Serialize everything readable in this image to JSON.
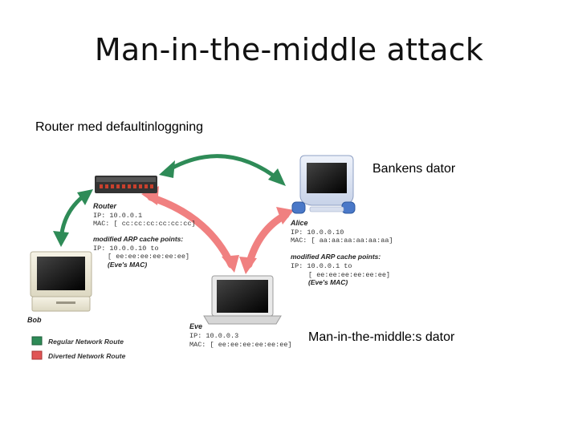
{
  "slide": {
    "title": "Man-in-the-middle attack",
    "captions": {
      "router": "Router med defaultinloggning",
      "bank": "Bankens dator",
      "mitm": "Man-in-the-middle:s dator"
    }
  },
  "diagram": {
    "router": {
      "name": "Router",
      "ip": "IP:  10.0.0.1",
      "mac": "MAC: [ cc:cc:cc:cc:cc:cc]",
      "arp_heading": "modified ARP cache points:",
      "arp_ip": "IP: 10.0.0.10 to",
      "arp_mac": "[ ee:ee:ee:ee:ee:ee]",
      "arp_note": "(Eve's MAC)"
    },
    "alice": {
      "name": "Alice",
      "ip": "IP:  10.0.0.10",
      "mac": "MAC: [ aa:aa:aa:aa:aa:aa]",
      "arp_heading": "modified ARP cache points:",
      "arp_ip": "IP: 10.0.0.1 to",
      "arp_mac": "[ ee:ee:ee:ee:ee:ee]",
      "arp_note": "(Eve's MAC)"
    },
    "eve": {
      "name": "Eve",
      "ip": "IP:  10.0.0.3",
      "mac": "MAC: [ ee:ee:ee:ee:ee:ee]"
    },
    "bob": {
      "name": "Bob"
    },
    "legend": [
      {
        "label": "Regular Network Route",
        "color": "#2e8b57"
      },
      {
        "label": "Diverted Network Route",
        "color": "#e05555"
      }
    ],
    "colors": {
      "regular_route": "#2e8b57",
      "diverted_route": "#f08080"
    }
  }
}
